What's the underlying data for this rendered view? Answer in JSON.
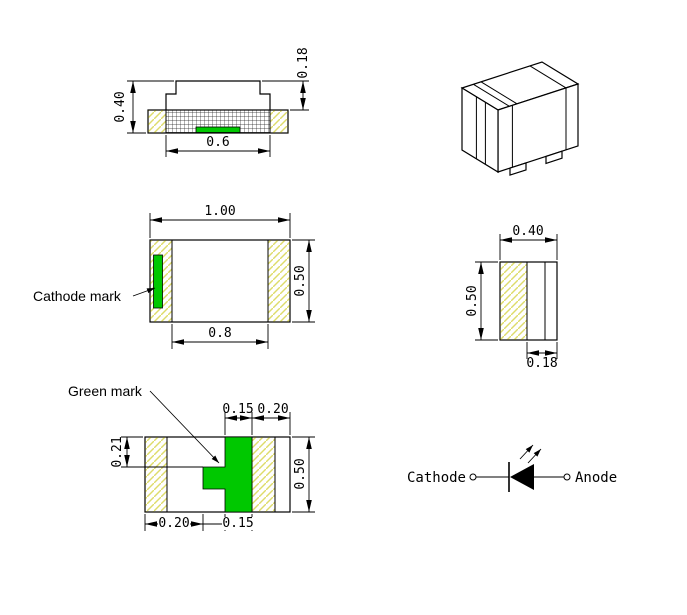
{
  "drawing": {
    "side": {
      "dim_total_height": "0.40",
      "dim_top_height": "0.18",
      "dim_pad_width": "0.6"
    },
    "top": {
      "dim_length": "1.00",
      "dim_width": "0.50",
      "dim_body": "0.8",
      "cathode_label": "Cathode mark"
    },
    "end": {
      "dim_width": "0.40",
      "dim_height": "0.50",
      "dim_pad": "0.18"
    },
    "bottom": {
      "green_label": "Green mark",
      "dim_mark_width": "0.15",
      "dim_right_margin": "0.20",
      "dim_mark_offset": "0.21",
      "dim_height": "0.50",
      "dim_left_pad": "0.20",
      "dim_tab_width": "0.15"
    },
    "symbol": {
      "cathode_label": "Cathode",
      "anode_label": "Anode"
    }
  },
  "colors": {
    "green": "#00c800",
    "hatch": "#dedc6a"
  }
}
